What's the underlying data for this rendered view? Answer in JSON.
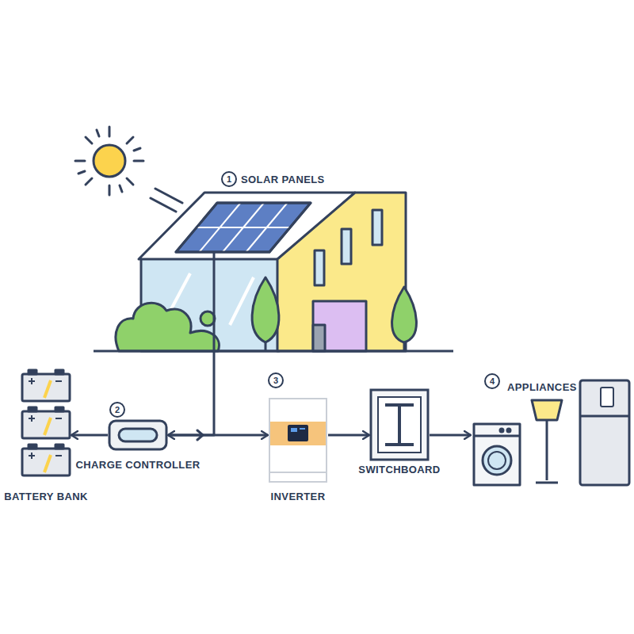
{
  "diagram": {
    "nodes": [
      {
        "text": [
          "SOLAR PANELS"
        ]
      },
      {
        "text": [
          "BATTERY BANK"
        ]
      },
      {
        "text": [
          "CHARGE CONTROLLER"
        ]
      },
      {
        "text": [
          "INVERTER"
        ]
      },
      {
        "text": [
          "SWITCHBOARD"
        ]
      },
      {
        "text": [
          "APPLIANCES"
        ]
      }
    ],
    "edges": [
      {
        "from": 0,
        "to": 2,
        "arrow": "to"
      },
      {
        "from": 2,
        "to": 1,
        "arrow": "to"
      },
      {
        "from": 2,
        "to": 3,
        "arrow": "to"
      },
      {
        "from": 3,
        "to": 4,
        "arrow": "to"
      },
      {
        "from": 4,
        "to": 5,
        "arrow": "to"
      }
    ],
    "labels": [
      "1",
      "2",
      "3",
      "4"
    ]
  }
}
